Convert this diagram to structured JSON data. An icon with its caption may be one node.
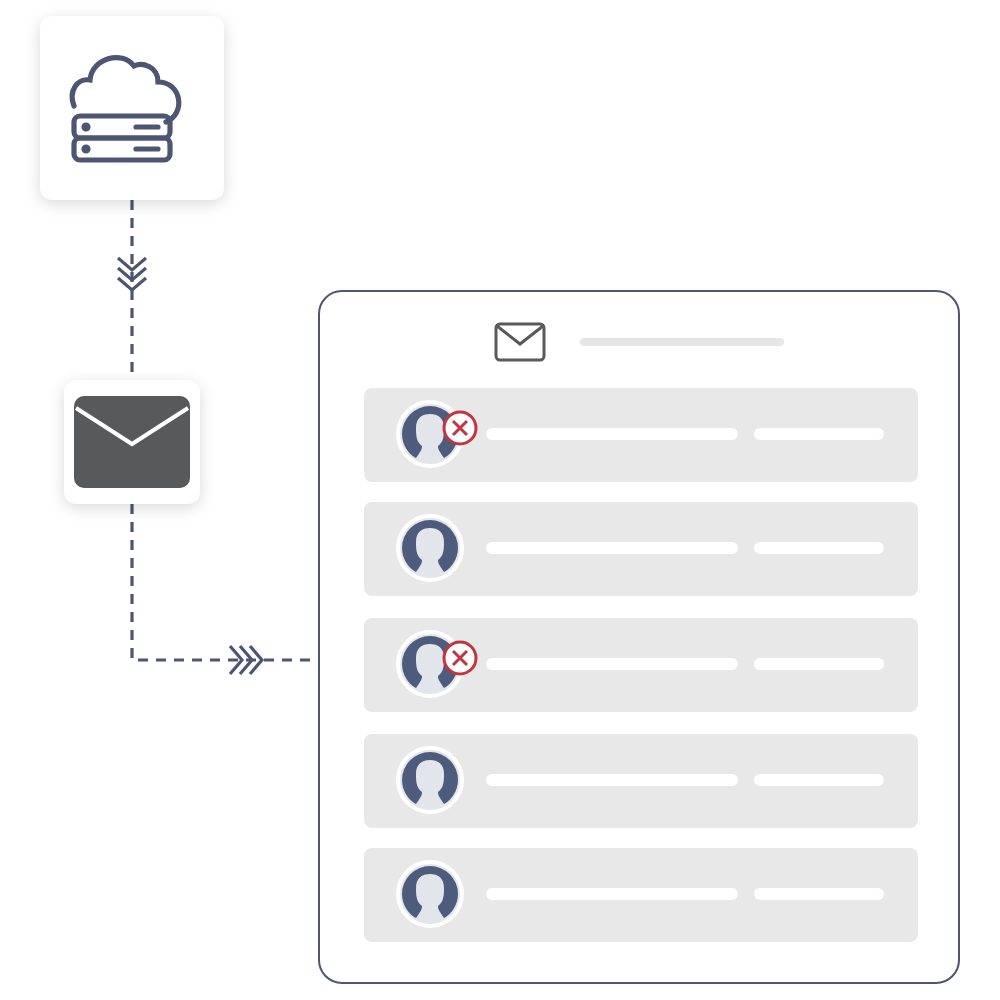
{
  "diagram": {
    "nodes": [
      {
        "text": [],
        "shape": "box"
      },
      {
        "text": [],
        "shape": "box"
      },
      {
        "text": [],
        "shape": "box"
      },
      {
        "text": [],
        "shape": "bar",
        "in": 2
      },
      {
        "text": [],
        "shape": "bar",
        "in": 2
      },
      {
        "text": [],
        "shape": "bar",
        "in": 2
      },
      {
        "text": [],
        "shape": "bar",
        "in": 2
      },
      {
        "text": [],
        "shape": "bar",
        "in": 2
      }
    ],
    "edges": [
      {
        "from": 0,
        "to": 1,
        "arrow": "to",
        "style": "dashed"
      },
      {
        "from": 1,
        "to": 2,
        "arrow": "to",
        "style": "dashed"
      }
    ]
  }
}
